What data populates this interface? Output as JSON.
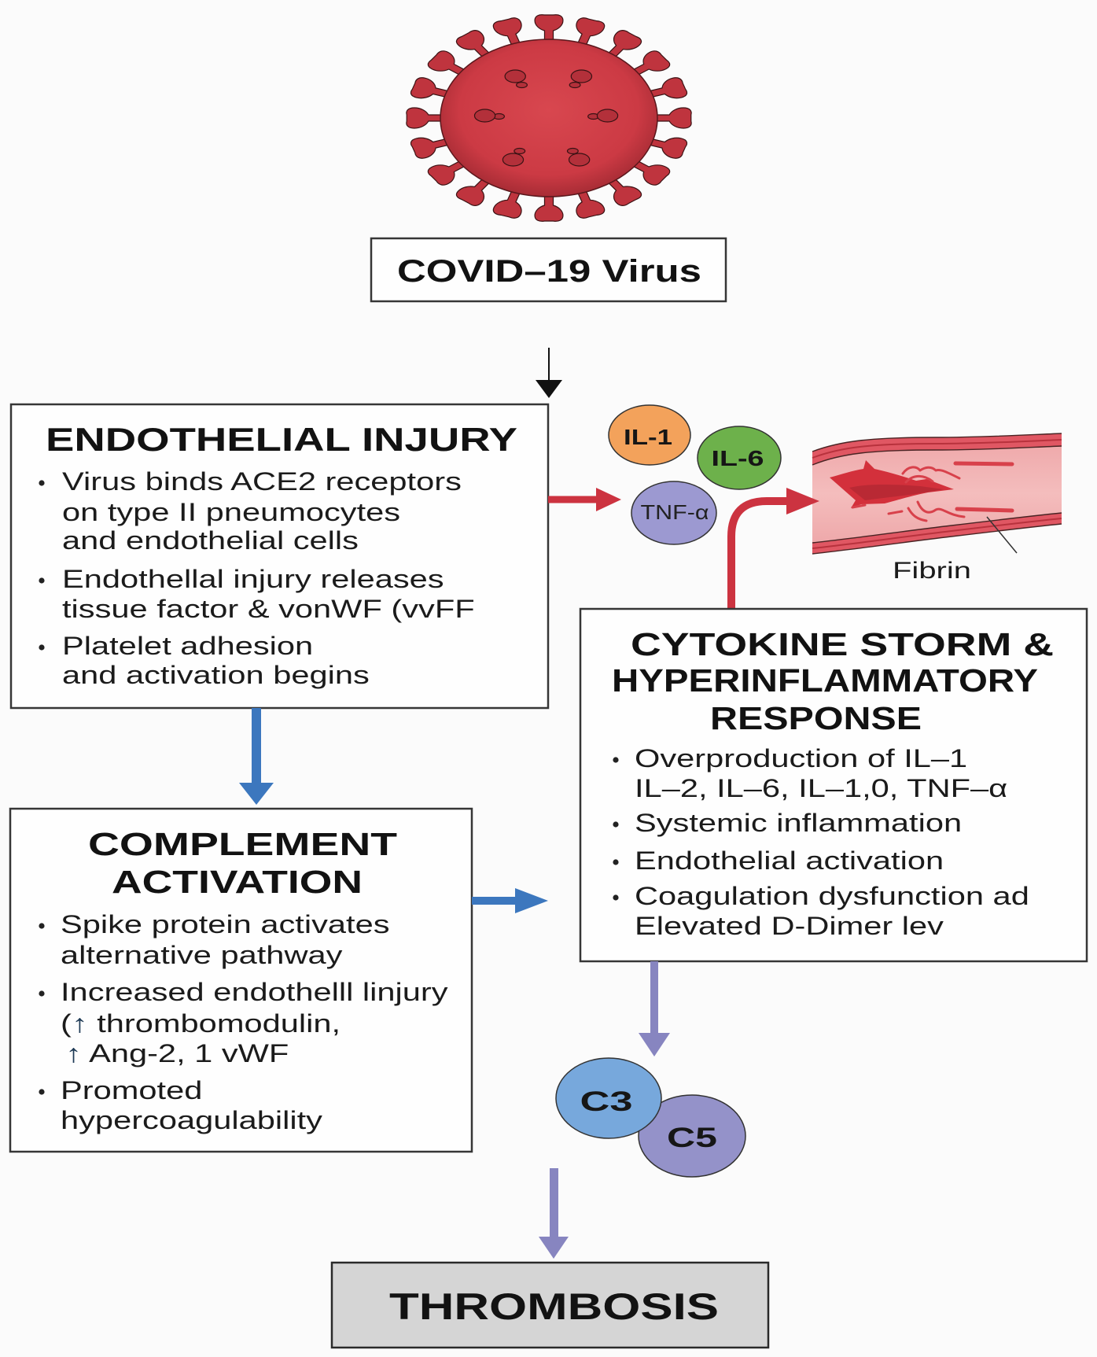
{
  "virus": {
    "label": "COVID–19 Virus"
  },
  "endothelial_injury": {
    "title": "ENDOTHELIAL INJURY",
    "bullets": [
      {
        "lines": [
          "Virus binds ACE2 receptors",
          "on type II pneumocytes",
          "and endothelial cells"
        ]
      },
      {
        "lines": [
          "Endothellal injury releases",
          "tissue factor & vonWF (vvFF"
        ]
      },
      {
        "lines": [
          "Platelet adhesion",
          "and activation begins"
        ]
      }
    ]
  },
  "cytokine_circles": [
    {
      "label": "IL-1",
      "color": "#f3a25b"
    },
    {
      "label": "IL-6",
      "color": "#6db14b"
    },
    {
      "label": "TNF-α",
      "color": "#9c99d1"
    }
  ],
  "vessel": {
    "label": "Fibrin"
  },
  "cytokine_storm": {
    "title_lines": [
      "CYTOKINE STORM &",
      "HYPERINFLAMMATORY",
      "RESPONSE"
    ],
    "bullets": [
      {
        "lines": [
          "Overproduction of IL–1",
          "IL–2, IL–6, IL–1,0, TNF–α"
        ]
      },
      {
        "lines": [
          "Systemic inflammation"
        ]
      },
      {
        "lines": [
          "Endothelial activation"
        ]
      },
      {
        "lines": [
          "Coagulation dysfunction ad",
          "Elevated D-Dimer lev"
        ]
      }
    ]
  },
  "complement_activation": {
    "title_lines": [
      "COMPLEMENT",
      "ACTIVATION"
    ],
    "bullets": [
      {
        "lines": [
          "Spike protein activates",
          "alternative pathway"
        ]
      },
      {
        "lines": [
          "Increased endothelll linjury",
          "(↑ thrombomodulin,",
          "↑ Ang-2, 1 vWF"
        ]
      },
      {
        "lines": [
          "Promoted",
          "hypercoagulability"
        ]
      }
    ]
  },
  "complement_proteins": [
    {
      "label": "C3",
      "color": "#77a8dc"
    },
    {
      "label": "C5",
      "color": "#9492c9"
    }
  ],
  "outcome": {
    "label": "THROMBOSIS",
    "fill": "#d5d5d5"
  },
  "palette": {
    "virus_body": "#cc3a44",
    "virus_spike": "#bf343e",
    "virus_receptor": "#b3303a",
    "black_arrow": "#111111",
    "red_arrow": "#cc3340",
    "blue_arrow": "#3c77be",
    "purple_arrow": "#8785c0",
    "up_arrow": "#1e3a55",
    "vessel_lumen": "#f4bdbd",
    "vessel_wall": "#e05763",
    "clot": "#d3303b",
    "fibrin": "#d8414b"
  }
}
